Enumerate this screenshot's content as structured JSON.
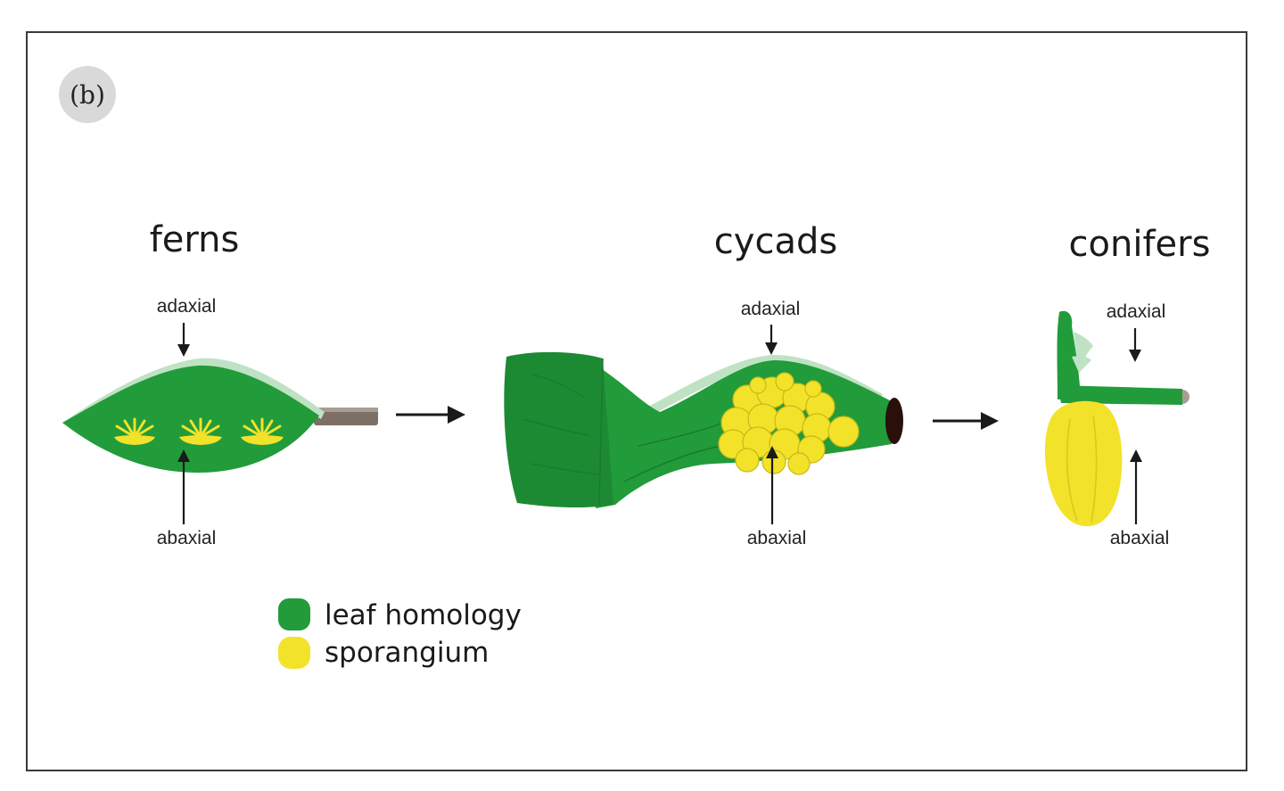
{
  "panel": {
    "label": "(b)"
  },
  "groups": [
    {
      "title": "ferns",
      "adaxial_label": "adaxial",
      "abaxial_label": "abaxial"
    },
    {
      "title": "cycads",
      "adaxial_label": "adaxial",
      "abaxial_label": "abaxial"
    },
    {
      "title": "conifers",
      "adaxial_label": "adaxial",
      "abaxial_label": "abaxial"
    }
  ],
  "legend": [
    {
      "label": "leaf homology",
      "color": "#229b3b"
    },
    {
      "label": "sporangium",
      "color": "#f3e22a"
    }
  ],
  "colors": {
    "leaf": "#229b3b",
    "leaf_edge": "#bfe2c4",
    "sporangium": "#f3e22a",
    "stalk": "#7d6f64"
  }
}
